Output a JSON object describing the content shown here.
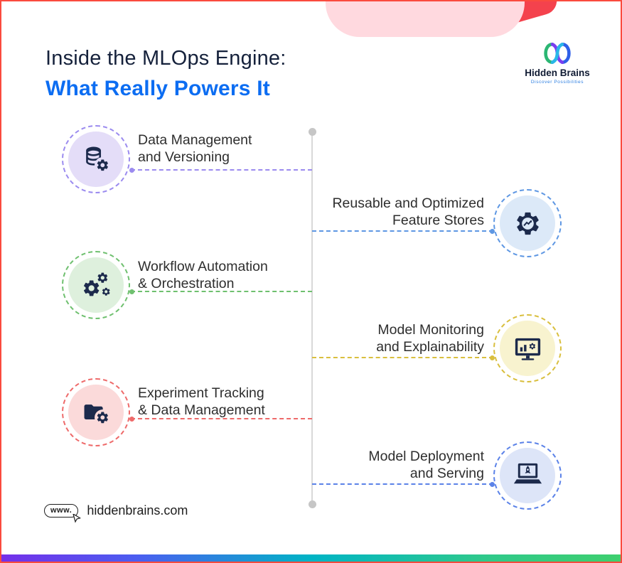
{
  "header": {
    "title_line1": "Inside the MLOps Engine:",
    "title_line2": "What Really Powers It"
  },
  "brand": {
    "name": "Hidden Brains",
    "tagline": "Discover Possibilities",
    "logo": "hidden-brains-knot-logo"
  },
  "timeline": {
    "items": [
      {
        "side": "left",
        "line1": "Data Management",
        "line2": "and Versioning",
        "icon": "database-gear-icon",
        "accent": "#9b8bef",
        "bg": "#e4ddf8"
      },
      {
        "side": "right",
        "line1": "Reusable and Optimized",
        "line2": "Feature Stores",
        "icon": "gear-chart-icon",
        "accent": "#5e97e3",
        "bg": "#dce9f8"
      },
      {
        "side": "left",
        "line1": "Workflow Automation",
        "line2": "& Orchestration",
        "icon": "gears-icon",
        "accent": "#6fc06f",
        "bg": "#def0dd"
      },
      {
        "side": "right",
        "line1": "Model Monitoring",
        "line2": "and Explainability",
        "icon": "monitor-dashboard-icon",
        "accent": "#d9bf3e",
        "bg": "#f8f3cf"
      },
      {
        "side": "left",
        "line1": "Experiment Tracking",
        "line2": "& Data Management",
        "icon": "folder-gear-icon",
        "accent": "#ee6a6a",
        "bg": "#fbdada"
      },
      {
        "side": "right",
        "line1": "Model Deployment",
        "line2": "and Serving",
        "icon": "laptop-rocket-icon",
        "accent": "#5b82e8",
        "bg": "#dde5f8"
      }
    ]
  },
  "footer": {
    "www_label": "www.",
    "website": "hiddenbrains.com"
  },
  "colors": {
    "border": "#fa4b3e",
    "title_dark": "#15213b",
    "title_accent": "#0c6df2",
    "pink_blob": "#ffd9df",
    "red_blob": "#f4424d",
    "center_line": "#d8d8d8",
    "bottom_bar_gradient": [
      "#7430e9",
      "#00b4c5",
      "#3ecf6e"
    ]
  }
}
